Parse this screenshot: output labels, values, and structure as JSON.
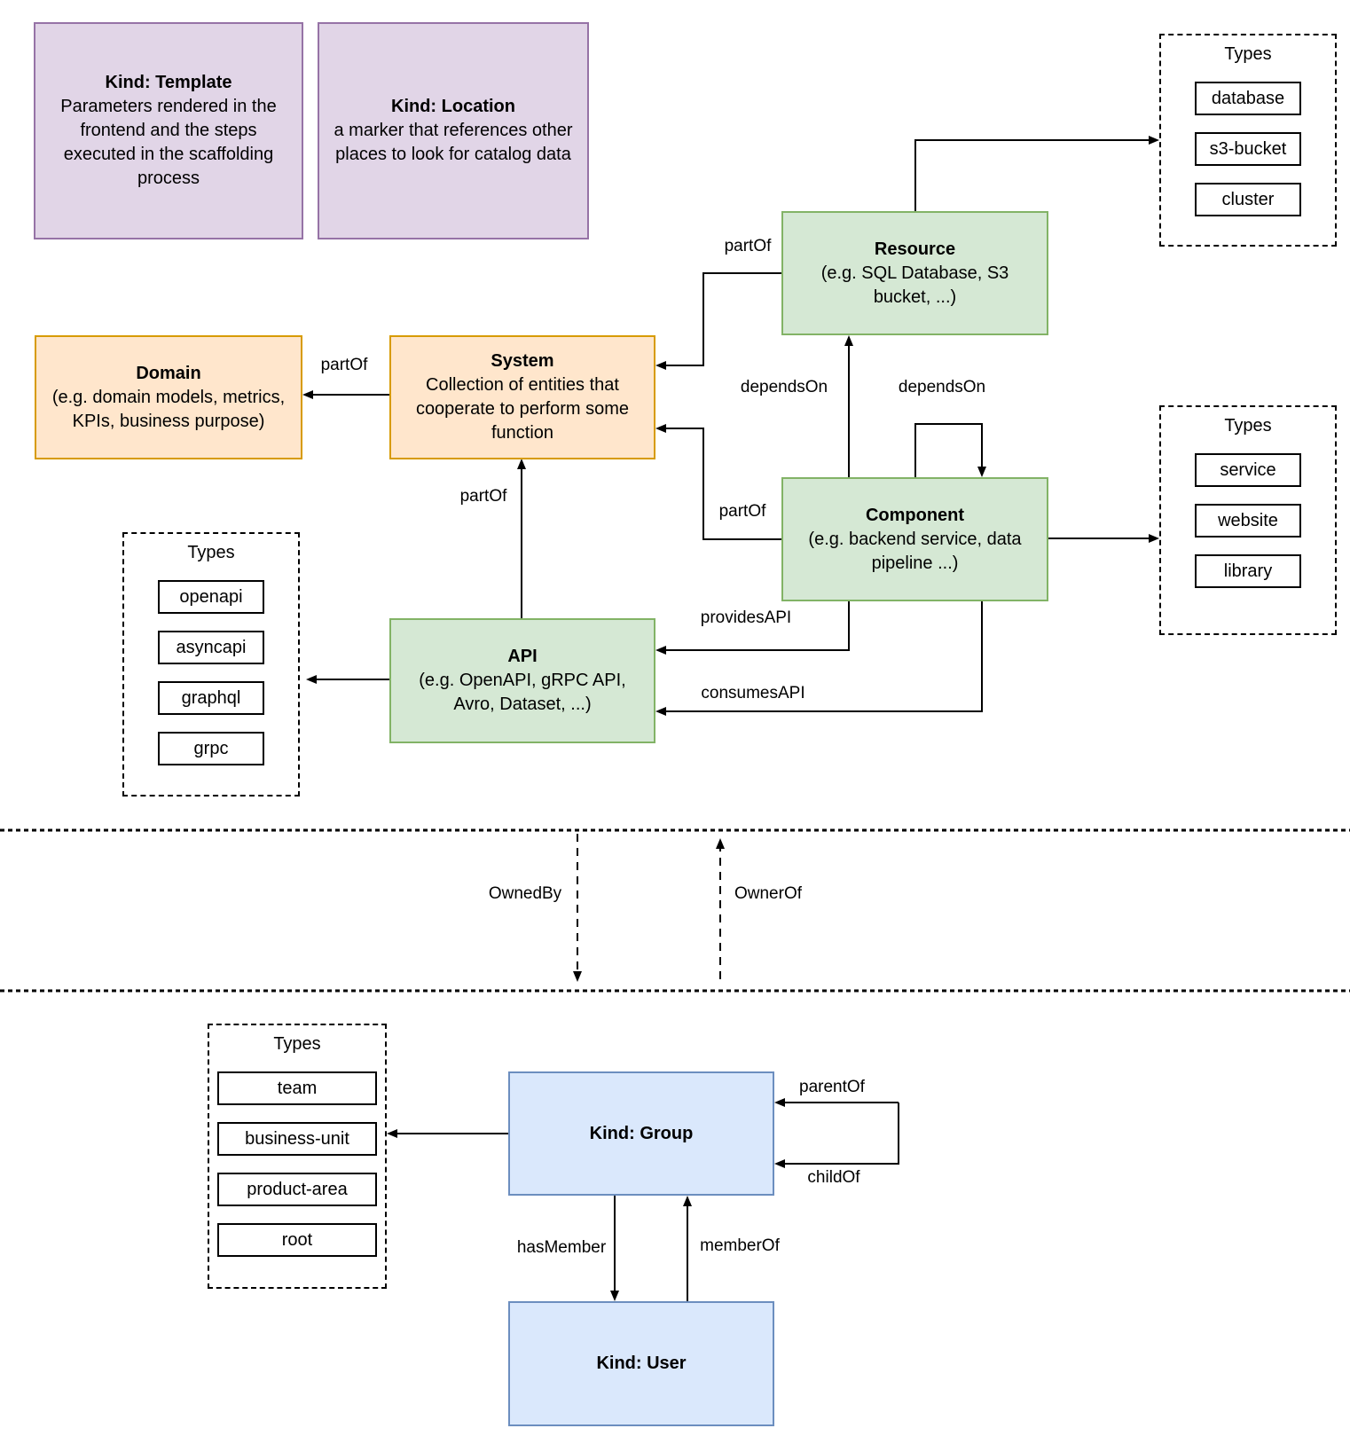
{
  "diagram": {
    "entities": {
      "template": {
        "title": "Kind: Template",
        "body": "Parameters rendered in the frontend and the steps executed in  the scaffolding process"
      },
      "location": {
        "title": "Kind: Location",
        "body": "a marker that references other places to look for catalog data"
      },
      "resource": {
        "title": "Resource",
        "body": "(e.g. SQL Database, S3 bucket, ...)"
      },
      "domain": {
        "title": "Domain",
        "body": "(e.g.  domain models, metrics, KPIs, business purpose)"
      },
      "system": {
        "title": "System",
        "body": "Collection of entities that cooperate to perform some function"
      },
      "component": {
        "title": "Component",
        "body": "(e.g. backend service, data pipeline ...)"
      },
      "api": {
        "title": "API",
        "body": "(e.g. OpenAPI, gRPC API, Avro, Dataset, ...)"
      },
      "group": {
        "title": "Kind: Group"
      },
      "user": {
        "title": "Kind: User"
      }
    },
    "type_panels": {
      "resource_types": {
        "header": "Types",
        "items": [
          "database",
          "s3-bucket",
          "cluster"
        ]
      },
      "component_types": {
        "header": "Types",
        "items": [
          "service",
          "website",
          "library"
        ]
      },
      "api_types": {
        "header": "Types",
        "items": [
          "openapi",
          "asyncapi",
          "graphql",
          "grpc"
        ]
      },
      "group_types": {
        "header": "Types",
        "items": [
          "team",
          "business-unit",
          "product-area",
          "root"
        ]
      }
    },
    "edge_labels": {
      "partof_resource_system": "partOf",
      "partof_system_domain": "partOf",
      "partof_component_system": "partOf",
      "partof_api_system": "partOf",
      "dependson_component_resource": "dependsOn",
      "dependson_component_self": "dependsOn",
      "providesapi": "providesAPI",
      "consumesapi": "consumesAPI",
      "ownedby": "OwnedBy",
      "ownerof": "OwnerOf",
      "parentof": "parentOf",
      "childof": "childOf",
      "hasmember": "hasMember",
      "memberof": "memberOf"
    },
    "colors": {
      "purple_fill": "#E1D5E7",
      "purple_border": "#9673A6",
      "green_fill": "#D5E8D4",
      "green_border": "#82B366",
      "orange_fill": "#FFE6CC",
      "orange_border": "#D79B00",
      "blue_fill": "#DAE8FC",
      "blue_border": "#6C8EBF",
      "line": "#000000"
    }
  }
}
